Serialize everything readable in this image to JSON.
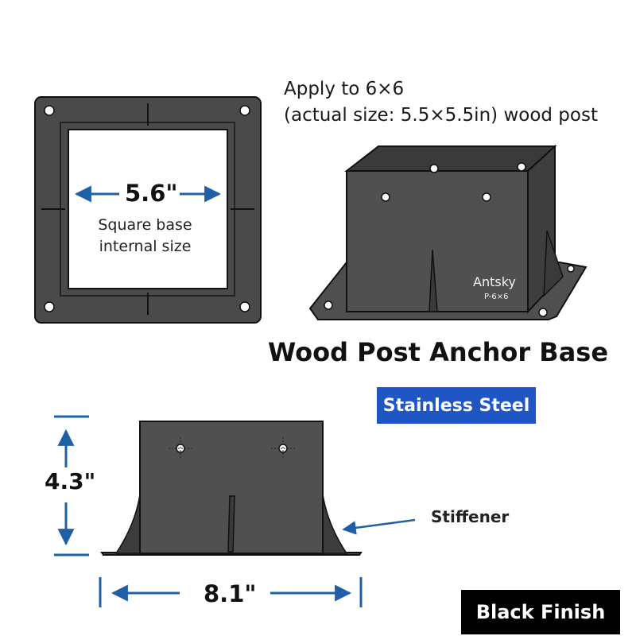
{
  "top_view": {
    "width_dimension": "5.6\"",
    "caption_line1": "Square base",
    "caption_line2": "internal size"
  },
  "fit_note": {
    "line1": "Apply to 6×6",
    "line2": "(actual size: 5.5×5.5in) wood post"
  },
  "product": {
    "brand": "Antsky",
    "model": "P-6×6",
    "title": "Wood Post Anchor Base",
    "material": "Stainless Steel",
    "finish": "Black Finish"
  },
  "side_view": {
    "height_dimension": "4.3\"",
    "length_dimension": "8.1\"",
    "stiffener_label": "Stiffener"
  },
  "colors": {
    "metal": "#4a4a4a",
    "metal_light": "#5a5a5a",
    "arrow": "#1f5fa8",
    "badge_blue": "#1f56c4",
    "badge_black": "#000000"
  }
}
